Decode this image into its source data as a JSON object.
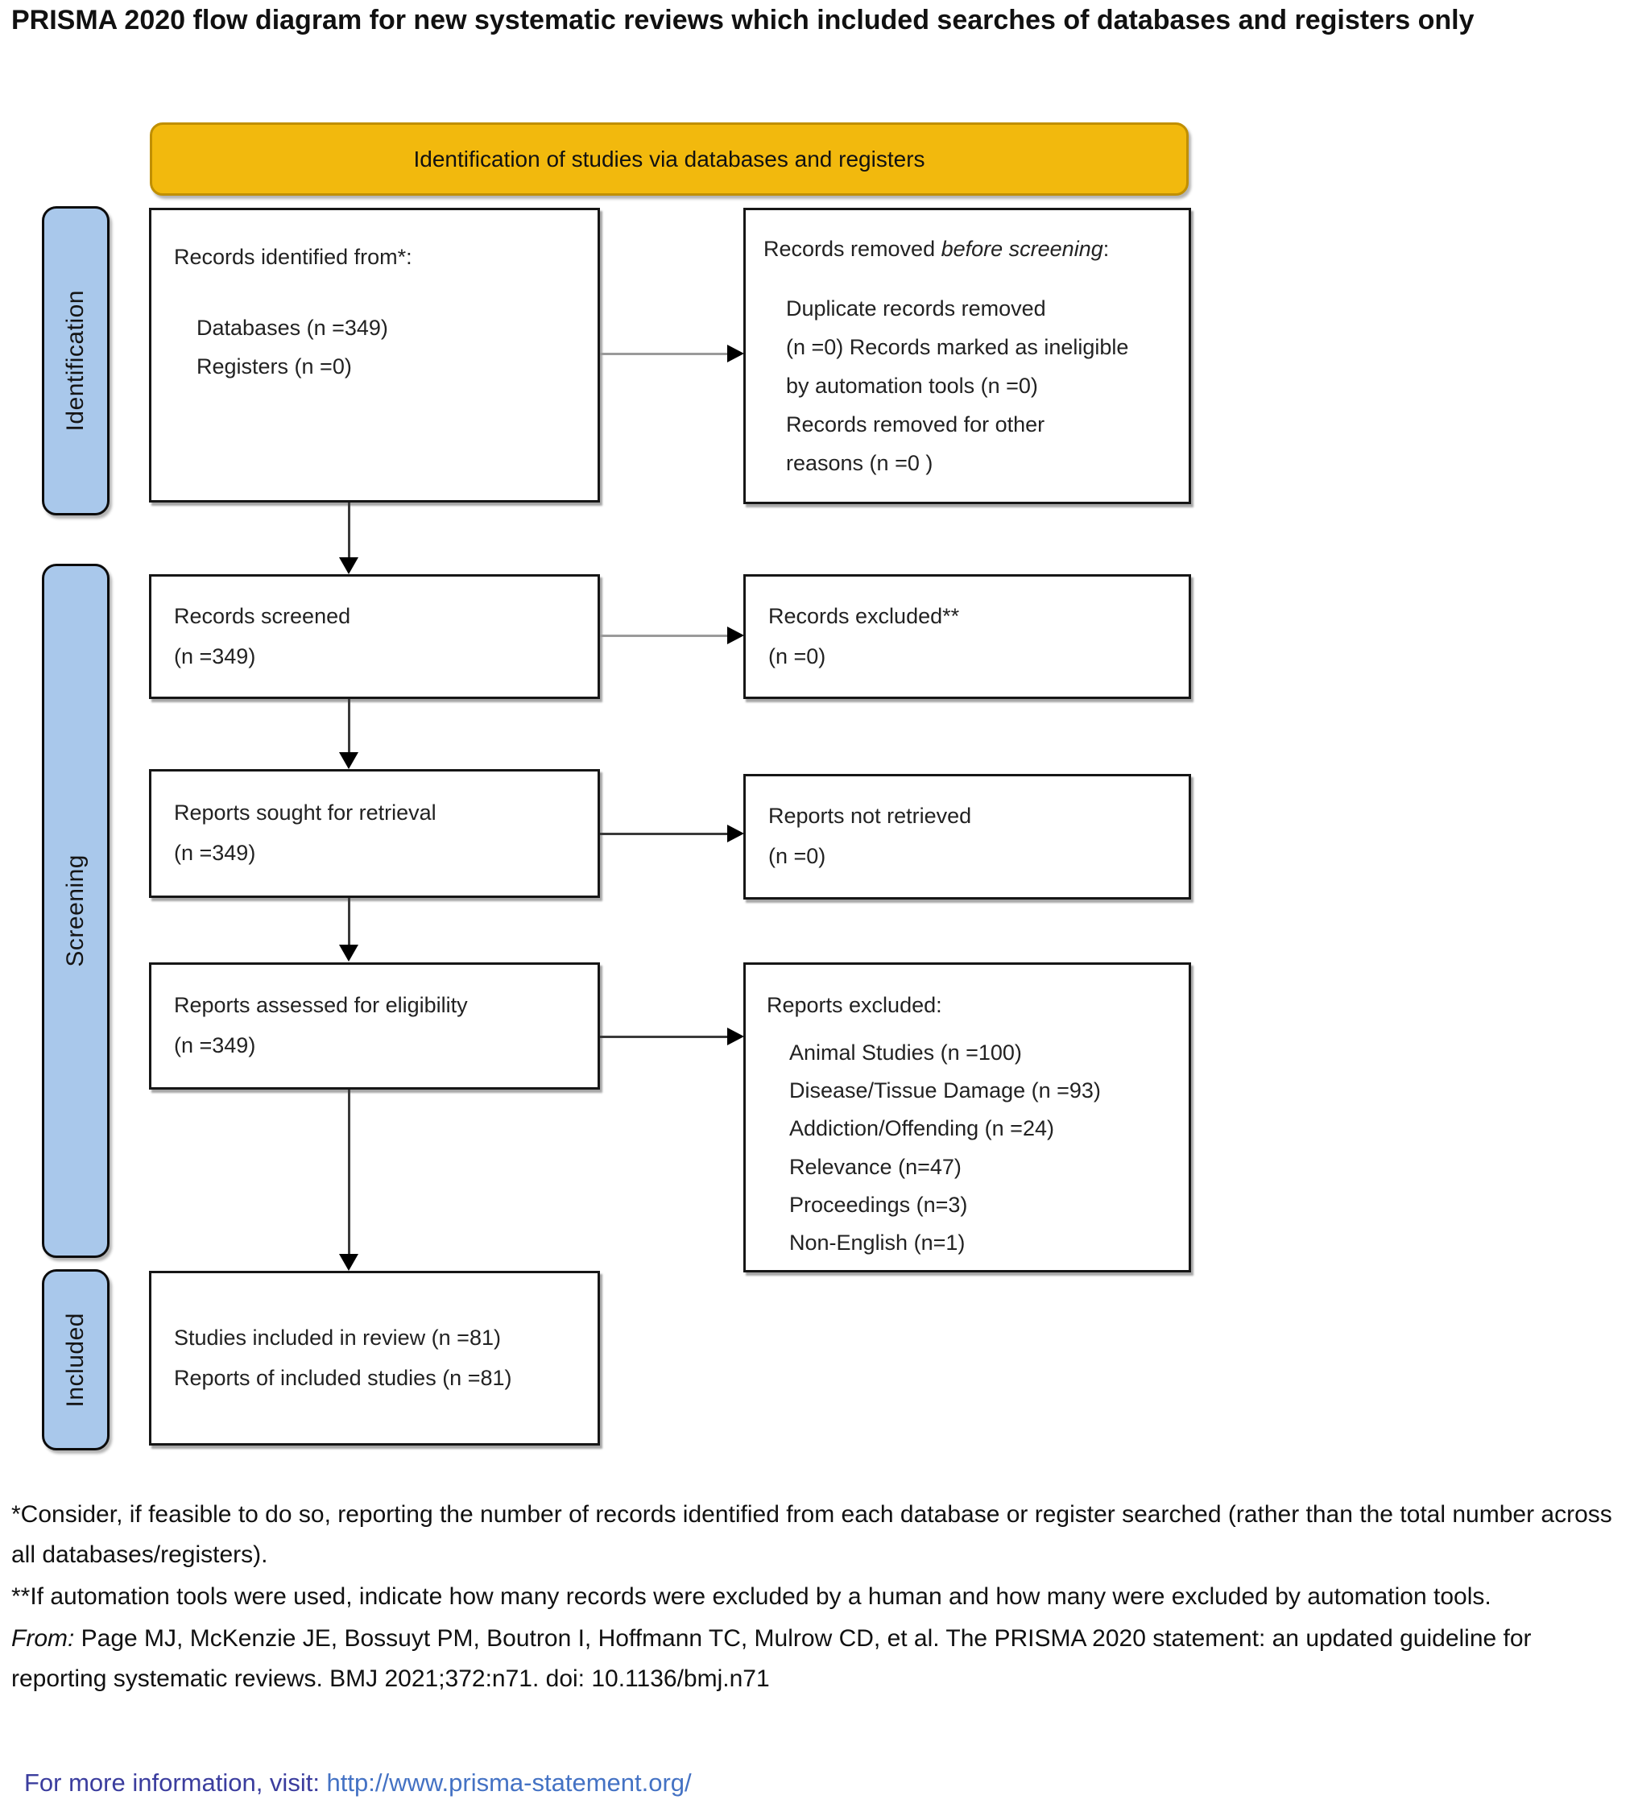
{
  "title": "PRISMA 2020 flow diagram for new systematic reviews which included searches of databases and registers only",
  "banner": {
    "label": "Identification of studies via databases and registers"
  },
  "stages": [
    {
      "label": "Identification"
    },
    {
      "label": "Screening"
    },
    {
      "label": "Included"
    }
  ],
  "boxes": {
    "identified": {
      "title": "Records identified from*:",
      "lines": [
        "Databases (n =349)",
        "Registers (n =0)"
      ]
    },
    "removed": {
      "title_prefix": "Records removed ",
      "title_italic": "before screening",
      "title_suffix": ":",
      "lines": [
        "Duplicate records removed",
        "(n =0) Records marked as ineligible",
        "by automation tools (n =0)",
        "Records removed for other",
        "reasons (n =0 )"
      ]
    },
    "screened": {
      "lines": [
        "Records screened",
        "(n =349)"
      ]
    },
    "records_excluded": {
      "lines": [
        "Records excluded**",
        "(n =0)"
      ]
    },
    "sought": {
      "lines": [
        "Reports sought for retrieval",
        "(n =349)"
      ]
    },
    "not_retrieved": {
      "lines": [
        "Reports not retrieved",
        "(n =0)"
      ]
    },
    "assessed": {
      "lines": [
        "Reports assessed for eligibility",
        "(n =349)"
      ]
    },
    "reports_excluded": {
      "title": "Reports excluded:",
      "lines": [
        "Animal Studies (n =100)",
        "Disease/Tissue Damage (n =93)",
        "Addiction/Offending (n =24)",
        "Relevance (n=47)",
        "Proceedings (n=3)",
        "Non-English (n=1)"
      ]
    },
    "included": {
      "lines": [
        "Studies included in review (n =81)",
        "Reports of included studies (n =81)"
      ]
    }
  },
  "footnotes": [
    "*Consider, if feasible to do so, reporting the number of records identified from each database or register searched (rather than the total number across all databases/registers).",
    "**If automation tools were used, indicate how many records were excluded by a human and how many were excluded by automation tools."
  ],
  "citation": {
    "italic_prefix": "From:",
    "text": " Page MJ, McKenzie JE, Bossuyt PM, Boutron I, Hoffmann TC, Mulrow CD, et al. The PRISMA 2020 statement: an updated guideline for reporting systematic reviews. BMJ 2021;372:n71. doi: 10.1136/bmj.n71"
  },
  "footer": {
    "label": "For more information, visit: ",
    "url": "http://www.prisma-statement.org/"
  },
  "colors": {
    "banner_fill": "#F2B90D",
    "banner_border": "#C08F00",
    "stage_fill": "#A9C8EB",
    "box_border": "#161616",
    "footer_label": "#3B3D9E",
    "footer_link": "#4472C4"
  }
}
